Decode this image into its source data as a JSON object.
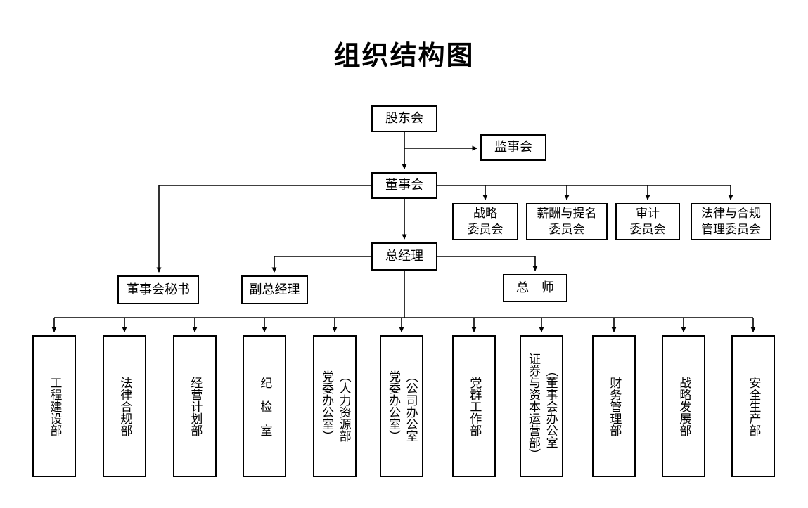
{
  "title": "组织结构图",
  "line_color": "#000000",
  "box_border_color": "#000000",
  "background_color": "#ffffff",
  "nodes": {
    "shareholders": "股东会",
    "supervisory": "监事会",
    "board": "董事会",
    "general_manager": "总经理",
    "board_secretary": "董事会秘书",
    "deputy_general_manager": "副总经理",
    "chief_engineer": "总　师"
  },
  "committees": [
    {
      "label": "战略\n委员会"
    },
    {
      "label": "薪酬与提名\n委员会"
    },
    {
      "label": "审计\n委员会"
    },
    {
      "label": "法律与合规\n管理委员会"
    }
  ],
  "departments": [
    {
      "label": "工程建设部"
    },
    {
      "label": "法律合规部"
    },
    {
      "label": "经营计划部"
    },
    {
      "label": "纪　检　室"
    },
    {
      "label": "（人力资源部\n党委办公室）"
    },
    {
      "label": "（公司办公室\n党委办公室）"
    },
    {
      "label": "党群工作部"
    },
    {
      "label": "（董事会办公室\n证券与资本运营部）"
    },
    {
      "label": "财务管理部"
    },
    {
      "label": "战略发展部"
    },
    {
      "label": "安全生产部"
    }
  ]
}
